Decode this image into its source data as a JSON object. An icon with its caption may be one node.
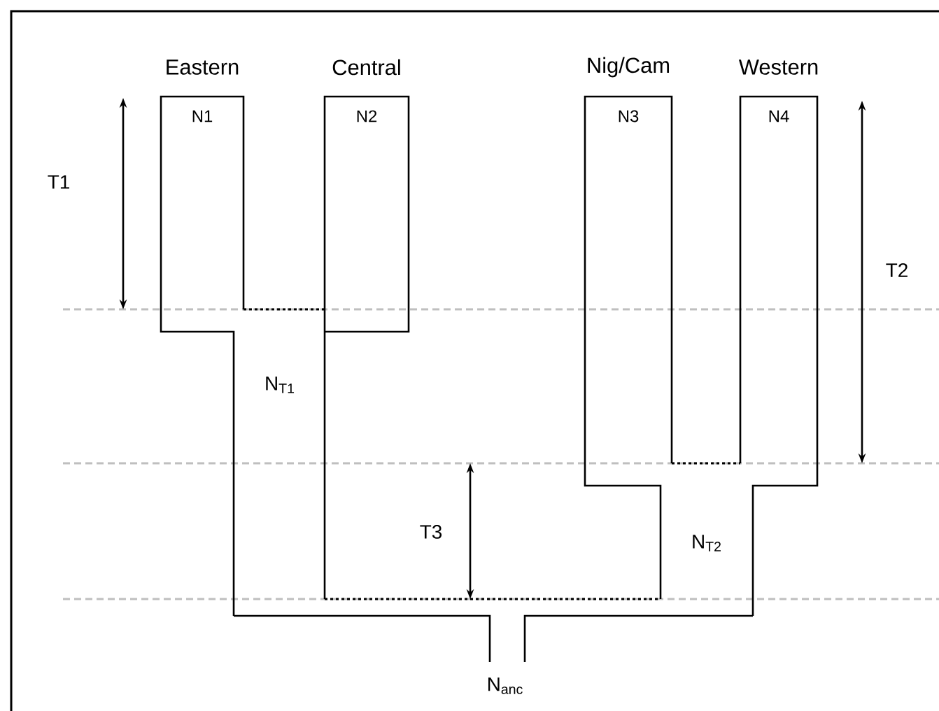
{
  "diagram": {
    "nodes": [
      {
        "text": [
          "Eastern",
          "N1"
        ]
      },
      {
        "text": [
          "Central",
          "N2"
        ]
      },
      {
        "text": [
          "Nig/Cam",
          "N3"
        ]
      },
      {
        "text": [
          "Western",
          "N4"
        ]
      },
      {
        "text": [
          "N$_{T1}$"
        ]
      },
      {
        "text": [
          "N$_{T2}$"
        ]
      },
      {
        "text": [
          "N$_{anc}$"
        ]
      }
    ],
    "labels": [
      "T1",
      "T2",
      "T3"
    ]
  }
}
